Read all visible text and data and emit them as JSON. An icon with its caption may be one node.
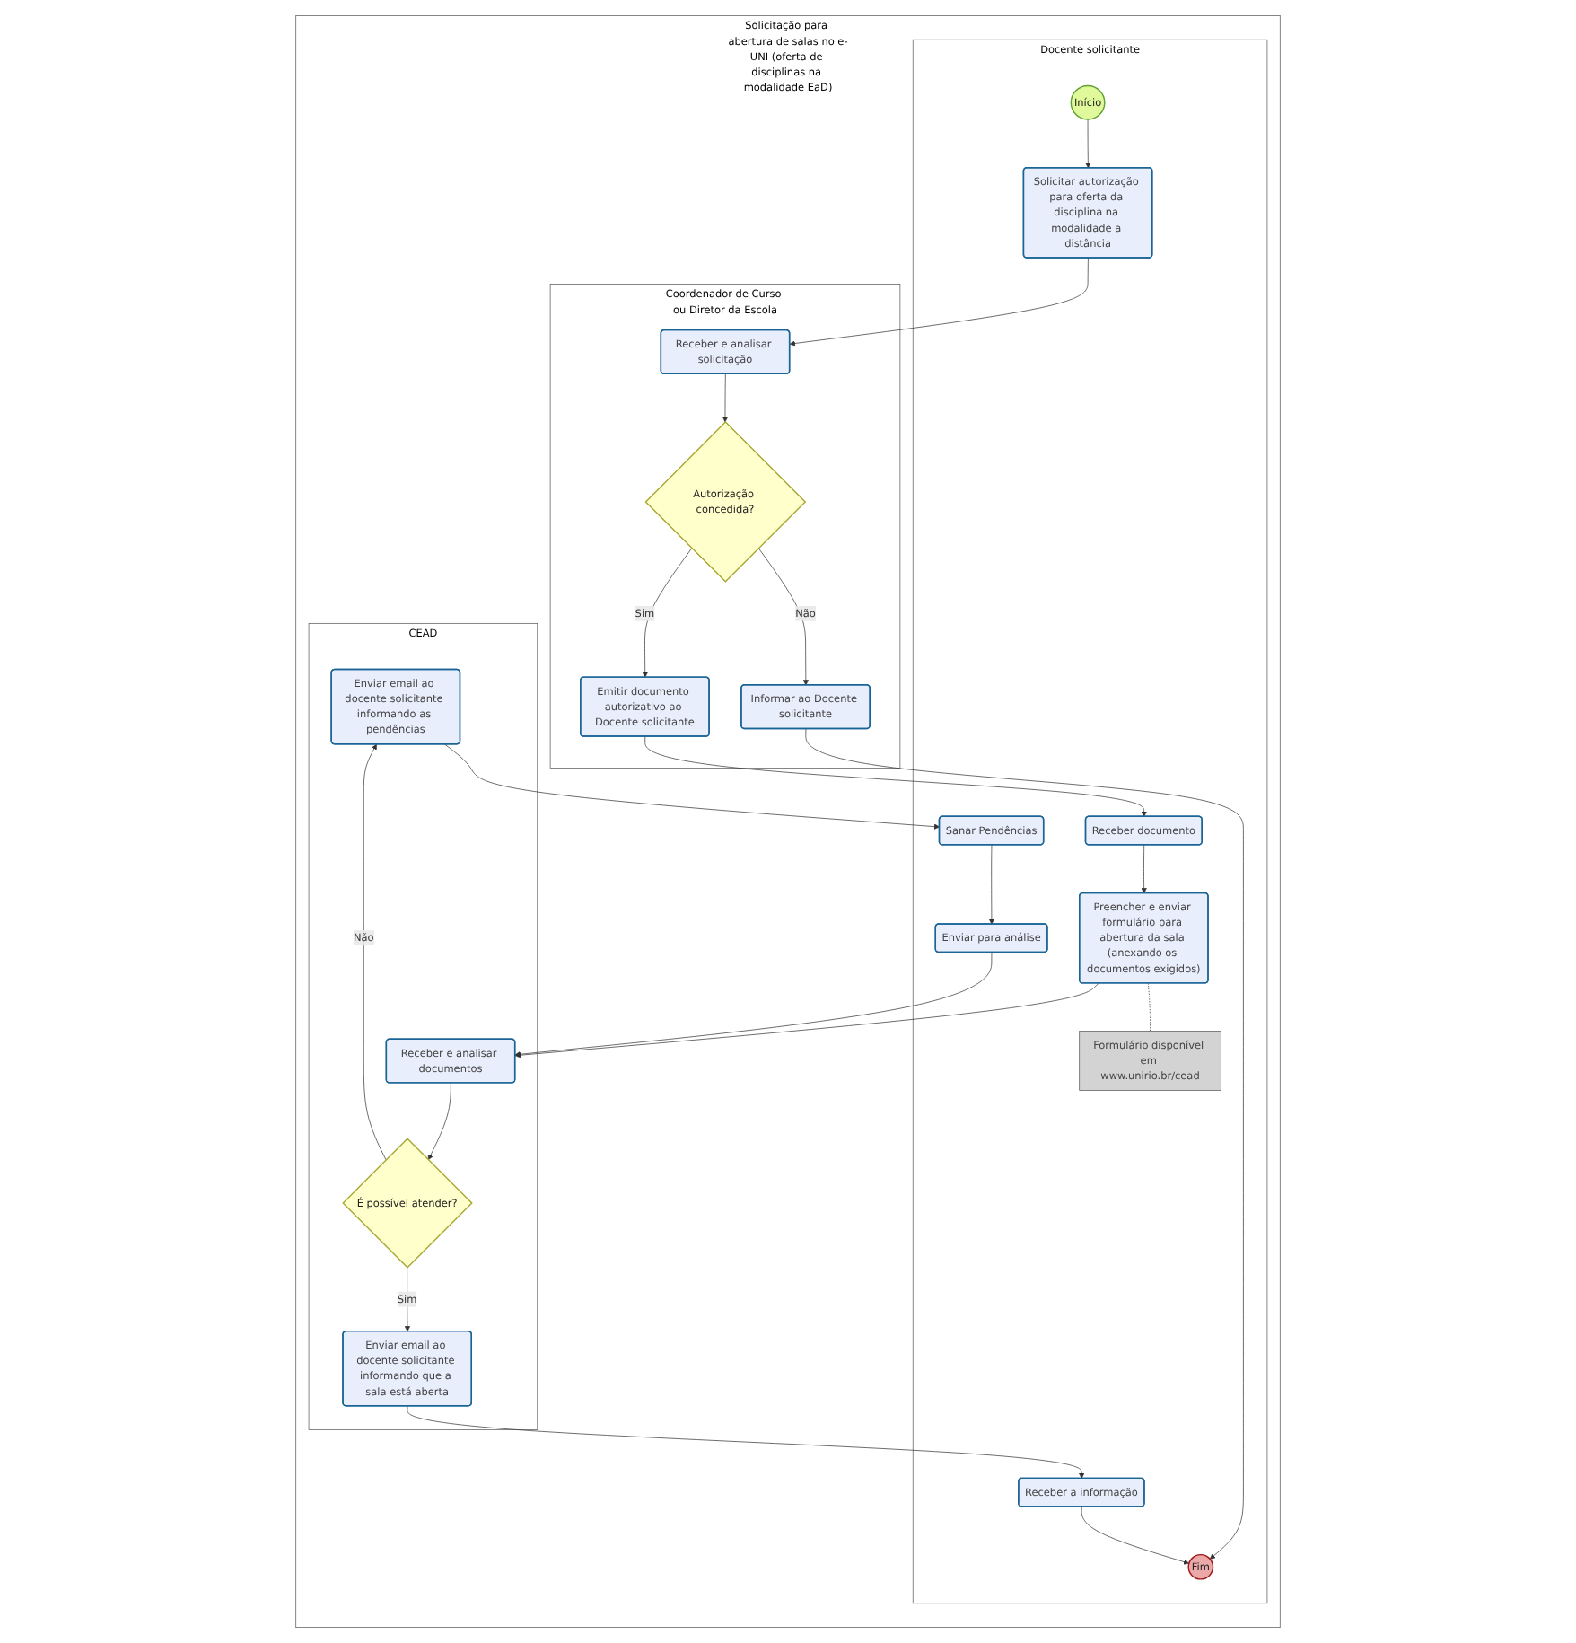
{
  "diagram": {
    "nodes": [
      {
        "text": [
          "Solicitação para abertura de salas no e-UNI (oferta de disciplinas na modalidade EaD)"
        ]
      },
      {
        "text": [
          "Coordenador de Curso ou Diretor da Escola"
        ],
        "in": 0
      },
      {
        "text": [
          "Receber e analisar solicitação"
        ],
        "in": 1
      },
      {
        "text": [
          "Autorização concedida?"
        ],
        "in": 1
      },
      {
        "text": [
          "Emitir documento autorizativo ao Docente solicitante"
        ],
        "in": 1
      },
      {
        "text": [
          "Informar ao Docente solicitante"
        ],
        "in": 1
      },
      {
        "text": [
          "Docente solicitante"
        ],
        "in": 0
      },
      {
        "text": [
          "Início"
        ],
        "in": 6
      },
      {
        "text": [
          "Solicitar autorização para oferta da disciplina na modalidade a distância"
        ],
        "in": 6
      },
      {
        "text": [
          "Receber documento"
        ],
        "in": 6
      },
      {
        "text": [
          "Fim"
        ],
        "in": 6
      },
      {
        "text": [
          "Preencher e enviar formulário para abertura da sala (anexando os documentos exigidos)"
        ],
        "in": 6
      },
      {
        "text": [
          "Formulário disponível em www.unirio.br/cead"
        ],
        "in": 6
      },
      {
        "text": [
          "Receber a informação"
        ],
        "in": 6
      },
      {
        "text": [
          "Sanar Pendências"
        ],
        "in": 6
      },
      {
        "text": [
          "Enviar para análise"
        ],
        "in": 6
      },
      {
        "text": [
          "CEAD"
        ],
        "in": 0
      },
      {
        "text": [
          "Enviar email ao docente solicitante informando as pendências"
        ],
        "in": 16
      },
      {
        "text": [
          "Enviar email ao docente solicitante informando que a sala está aberta"
        ],
        "in": 16
      },
      {
        "text": [
          "É possível atender?"
        ],
        "in": 16
      },
      {
        "text": [
          "Receber e analisar documentos"
        ],
        "in": 16
      }
    ],
    "edges": [
      {
        "from": 7,
        "to": 8,
        "arrow": "to"
      },
      {
        "from": 8,
        "to": 2,
        "arrow": "to"
      },
      {
        "from": 2,
        "to": 3,
        "arrow": "to"
      },
      {
        "from": 3,
        "to": 4,
        "arrow": "to",
        "label": "Sim"
      },
      {
        "from": 3,
        "to": 5,
        "arrow": "to",
        "label": "Não"
      },
      {
        "from": 5,
        "to": 10,
        "arrow": "to"
      },
      {
        "from": 4,
        "to": 9,
        "arrow": "to"
      },
      {
        "from": 9,
        "to": 11,
        "arrow": "to"
      },
      {
        "from": 11,
        "to": 12,
        "arrow": "none",
        "style": "dashed"
      },
      {
        "from": 11,
        "to": 20,
        "arrow": "to"
      },
      {
        "from": 14,
        "to": 15,
        "arrow": "to"
      },
      {
        "from": 15,
        "to": 20,
        "arrow": "to"
      },
      {
        "from": 20,
        "to": 19,
        "arrow": "to"
      },
      {
        "from": 19,
        "to": 18,
        "arrow": "to",
        "label": "Sim"
      },
      {
        "from": 19,
        "to": 17,
        "arrow": "to",
        "label": "Não"
      },
      {
        "from": 17,
        "to": 14,
        "arrow": "to"
      },
      {
        "from": 18,
        "to": 13,
        "arrow": "to"
      },
      {
        "from": 13,
        "to": 10,
        "arrow": "to"
      }
    ]
  }
}
